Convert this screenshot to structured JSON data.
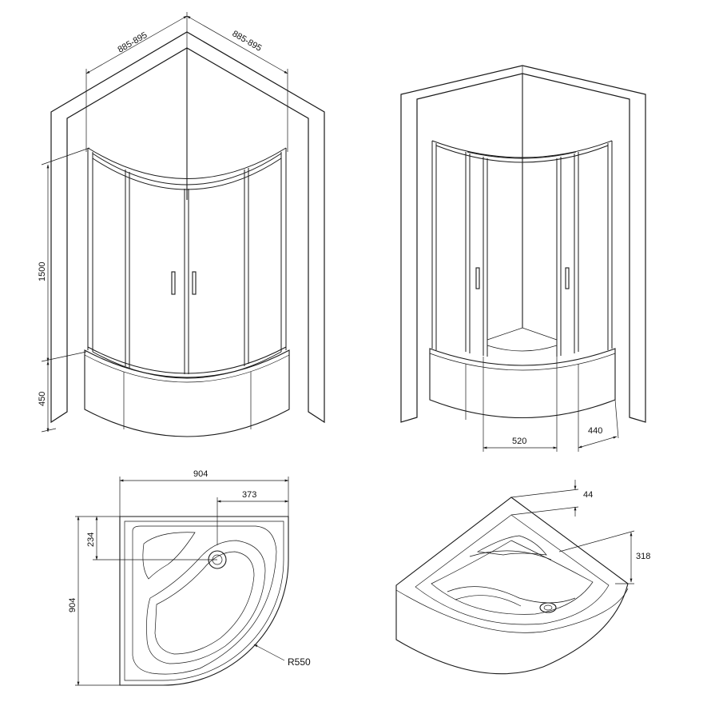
{
  "dimensions": {
    "width_left": "885-895",
    "width_right": "885-895",
    "height_cabin": "1500",
    "height_tray": "450",
    "door_opening": "520",
    "side_offset": "440",
    "tray_width": "904",
    "tray_depth": "904",
    "drain_x": "373",
    "drain_y": "234",
    "radius": "R550",
    "rim_height": "44",
    "seat_height": "318"
  },
  "colors": {
    "line": "#1a1a1a",
    "background": "#ffffff"
  }
}
